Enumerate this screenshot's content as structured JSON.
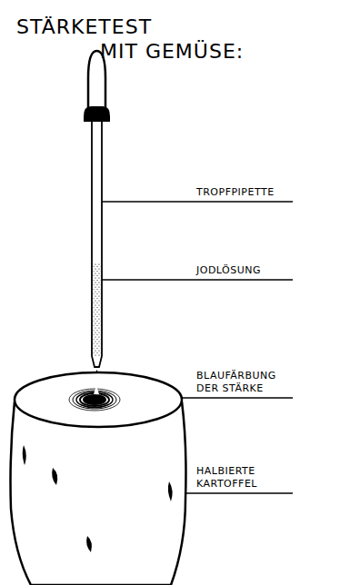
{
  "diagram": {
    "title": "STÄRKETEST MIT GEMÜSE:",
    "labels": [
      "TROPFPIPETTE",
      "JODLÖSUNG",
      "BLAUFÄRBUNG DER STÄRKE",
      "HALBIERTE KARTOFFEL"
    ]
  }
}
